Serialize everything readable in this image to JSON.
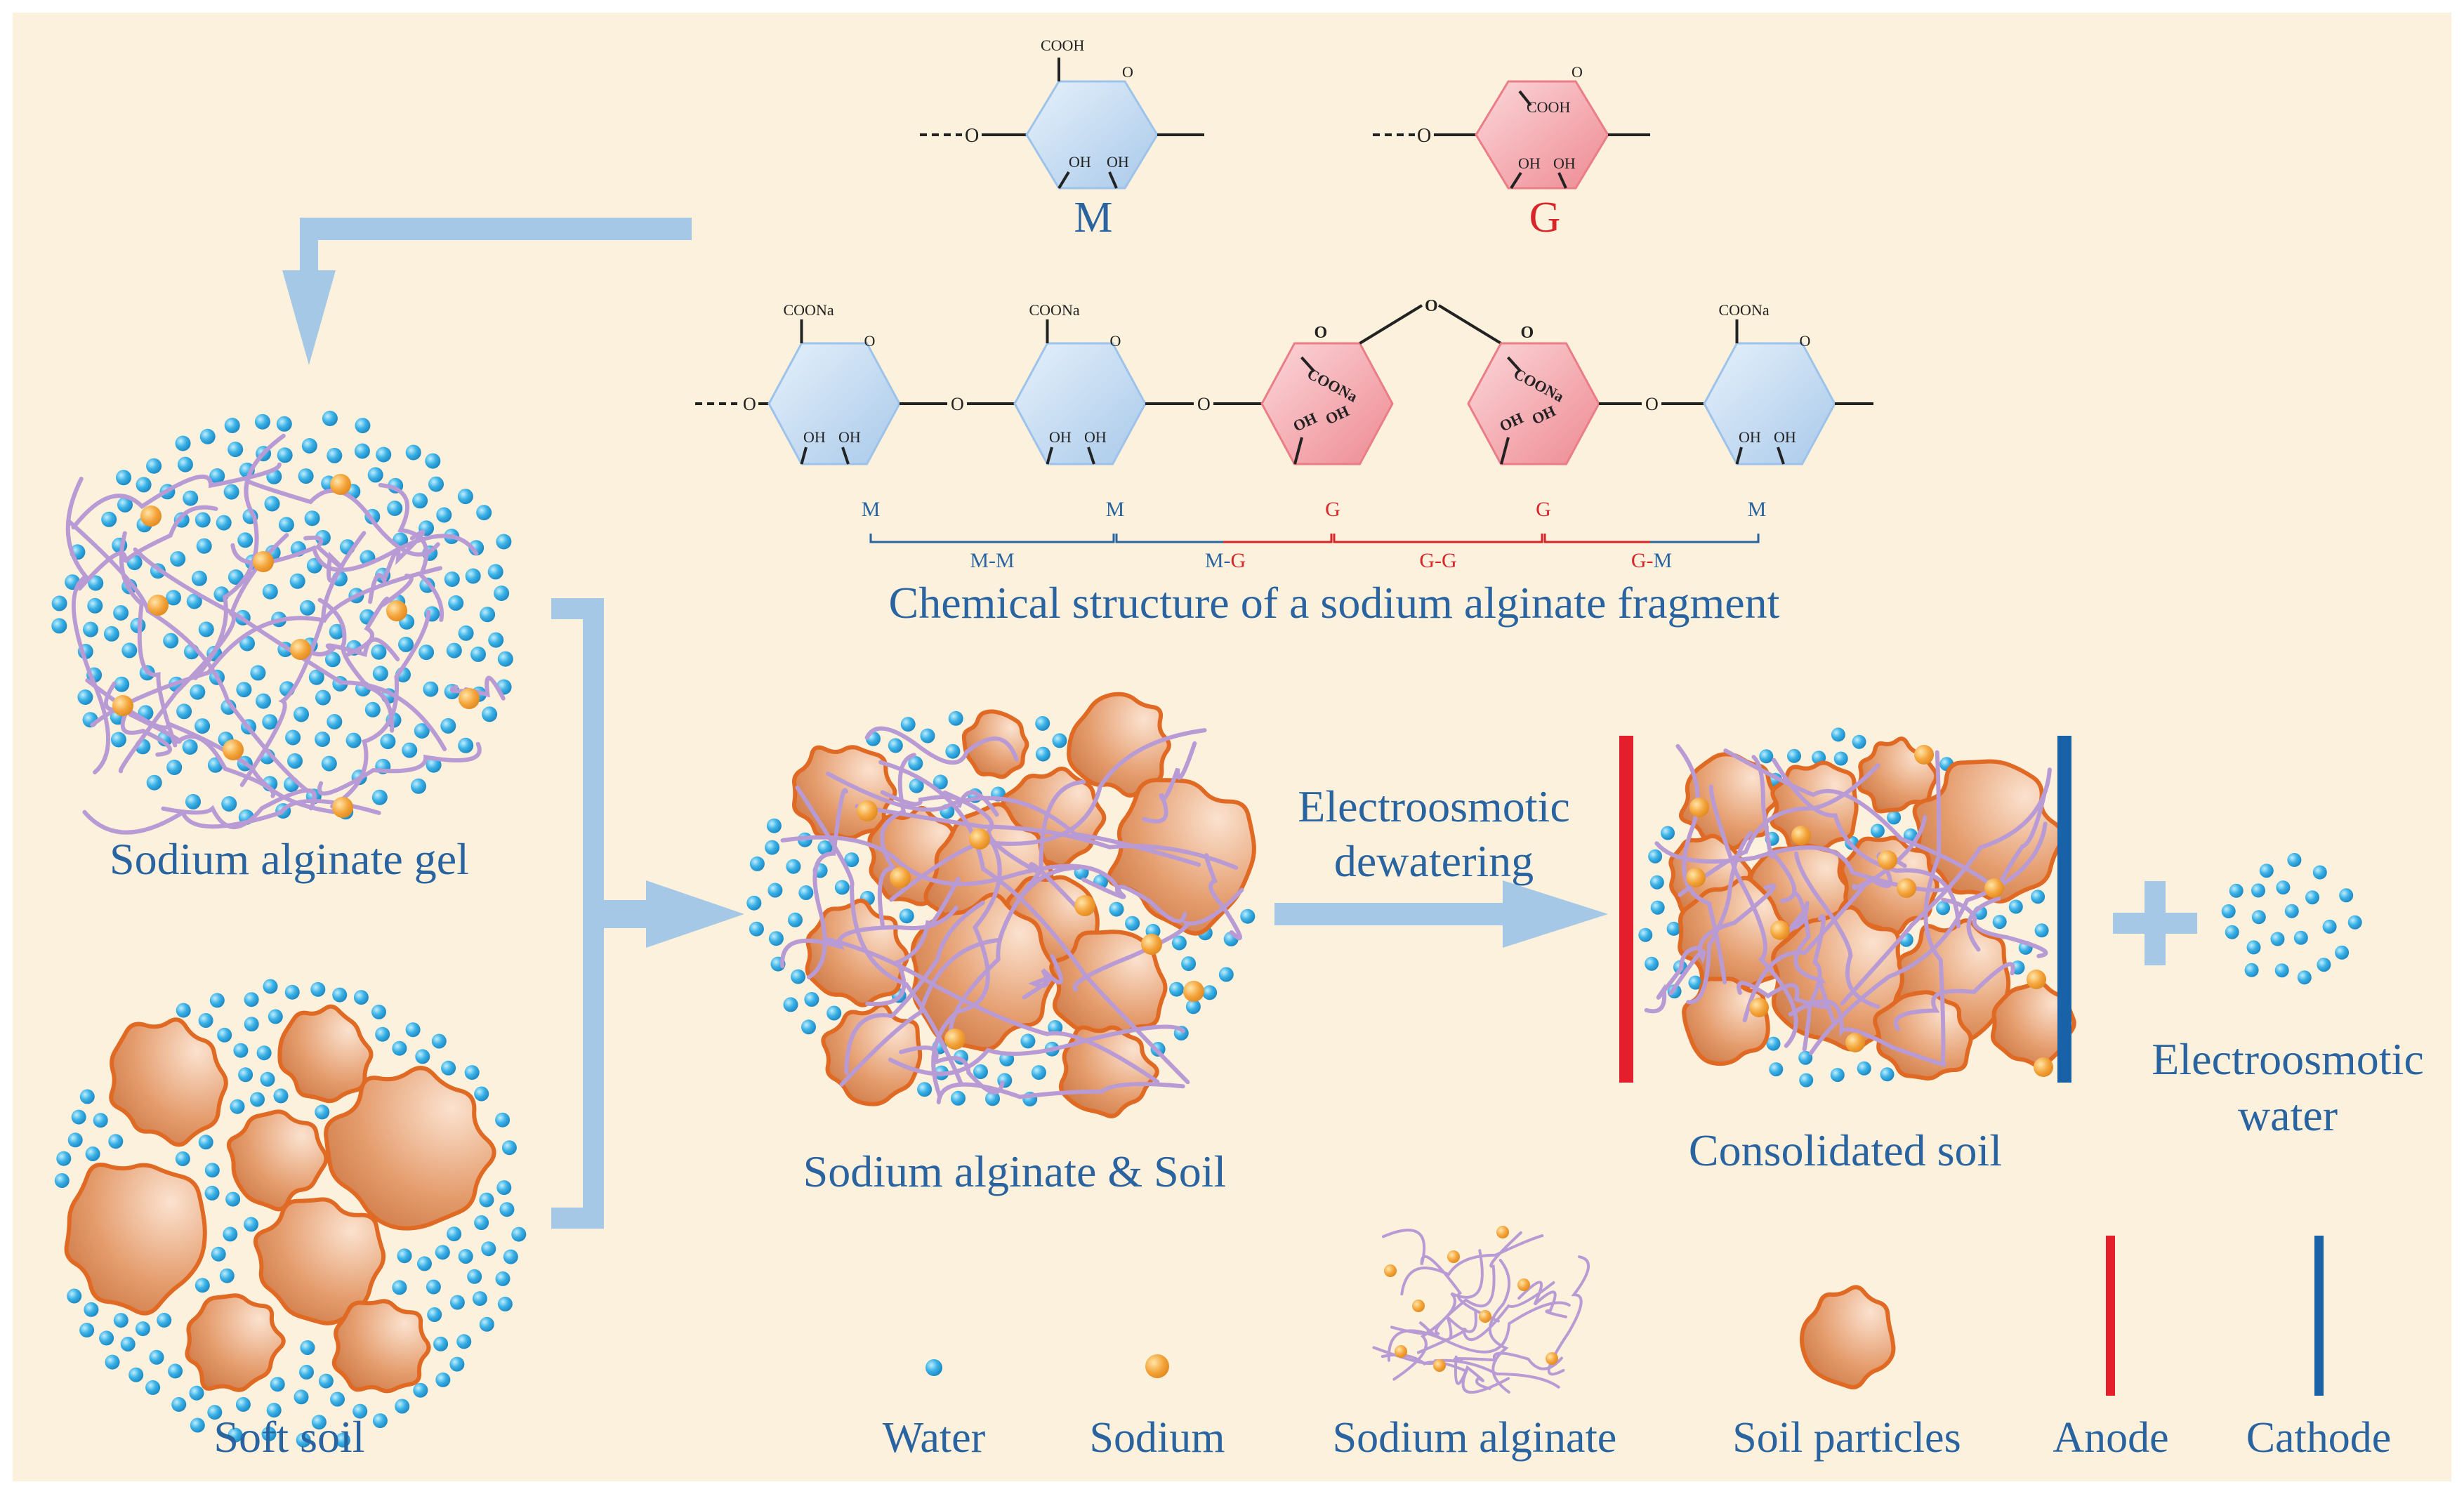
{
  "labels": {
    "monomer_m": "M",
    "monomer_g": "G",
    "chain_caption": "Chemical structure of a sodium alginate fragment",
    "sodium_alginate_gel": "Sodium alginate gel",
    "soft_soil": "Soft soil",
    "mixture": "Sodium alginate & Soil",
    "process_line1": "Electroosmotic",
    "process_line2": "dewatering",
    "consolidated_soil": "Consolidated soil",
    "eo_water_line1": "Electroosmotic",
    "eo_water_line2": "water"
  },
  "chem": {
    "cooh": "COOH",
    "coona": "COONa",
    "oh": "OH",
    "o": "O"
  },
  "sequence": {
    "units": [
      "M",
      "M",
      "G",
      "G",
      "M"
    ],
    "dyads": [
      {
        "prefix": "M-M",
        "suffix": ""
      },
      {
        "prefix": "M-",
        "suffix": "G"
      },
      {
        "prefix": "G-G",
        "suffix": ""
      },
      {
        "prefix": "G-",
        "suffix": "M"
      }
    ]
  },
  "legend": {
    "water": "Water",
    "sodium": "Sodium",
    "sodium_alginate": "Sodium alginate",
    "soil_particles": "Soil particles",
    "anode": "Anode",
    "cathode": "Cathode"
  },
  "colors": {
    "background": "#fcf1dc",
    "text_blue": "#2a64a0",
    "text_red": "#d9252a",
    "arrow": "#a5c8e6",
    "water": "#3cb2e6",
    "sodium": "#f4a43a",
    "alginate_fiber": "#b89ad4",
    "soil_fill": "#e49a68",
    "soil_stroke": "#e06a24",
    "ring_m": "#c6dcf1",
    "ring_g": "#f29ea4",
    "anode": "#e41e2a",
    "cathode": "#1a62a8"
  }
}
